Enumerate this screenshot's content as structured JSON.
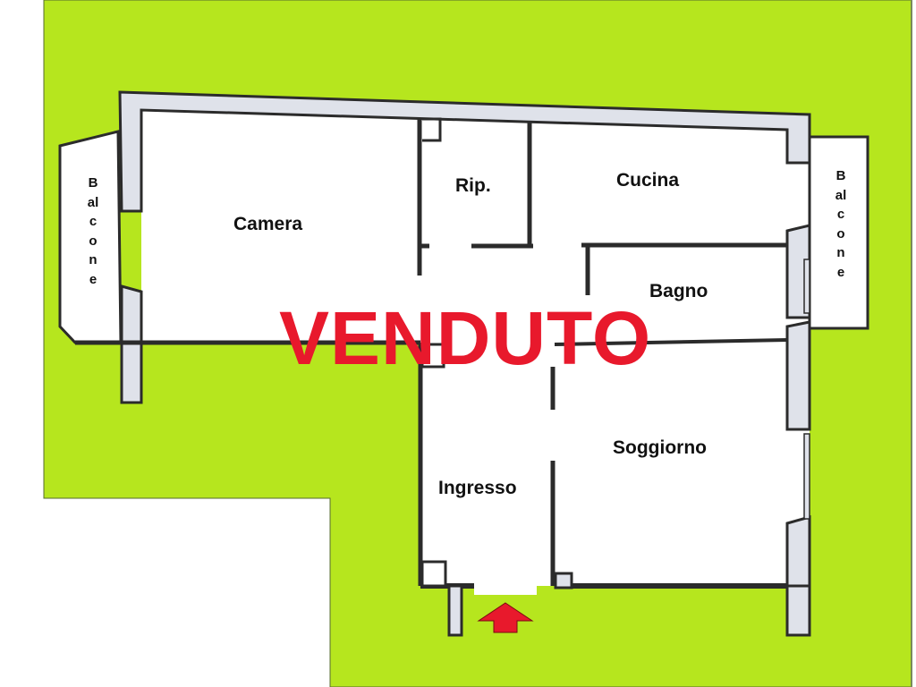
{
  "plan": {
    "status_stamp": "VENDUTO",
    "colors": {
      "background_green": "#b6e61e",
      "stamp_red": "#e8192c",
      "wall_fill": "#dfe2ea",
      "wall_outline": "#2b2b2b",
      "room_fill": "#ffffff"
    },
    "rooms": {
      "camera": "Camera",
      "ripostiglio": "Rip.",
      "cucina": "Cucina",
      "bagno": "Bagno",
      "soggiorno": "Soggiorno",
      "ingresso": "Ingresso",
      "balcone_left": "Balcone",
      "balcone_right": "Balcone"
    },
    "entrance_arrow": "up-arrow-icon"
  }
}
